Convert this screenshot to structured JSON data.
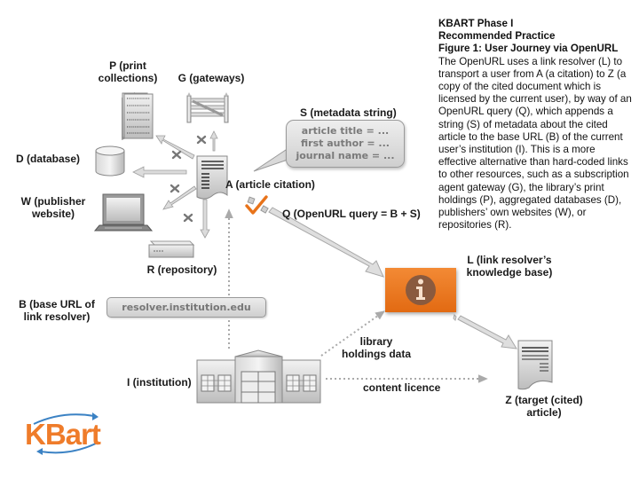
{
  "description": {
    "heading_lines": [
      "KBART Phase I",
      "Recommended Practice",
      "Figure 1: User Journey via OpenURL"
    ],
    "body": "The OpenURL uses a link resolver (L) to transport a user from A (a citation) to Z (a copy of the cited document which is licensed by the current user), by way of an OpenURL query (Q), which appends a string (S) of metadata about the cited article to the base URL (B) of the current user’s institution (I). This is a more effective alternative than hard-coded links to other resources, such as a subscription agent gateway (G), the library’s print holdings (P), aggregated databases (D), publishers’ own websites (W), or repositories (R)."
  },
  "nodes": {
    "print": {
      "line1": "P (print",
      "line2": "collections)"
    },
    "gateways": {
      "label": "G (gateways)"
    },
    "database": {
      "label": "D (database)"
    },
    "publisher": {
      "line1": "W (publisher",
      "line2": "website)"
    },
    "repository": {
      "label": "R (repository)"
    },
    "article": {
      "label": "A (article citation)"
    },
    "metadata": {
      "label": "S (metadata string)",
      "lines": [
        "article title = ...",
        "first author = ...",
        "journal name = ..."
      ]
    },
    "query": {
      "label": "Q (OpenURL query = B + S)"
    },
    "resolver": {
      "line1": "L (link resolver’s",
      "line2": "knowledge base)",
      "icon": "i"
    },
    "base_url": {
      "line1": "B (base URL of",
      "line2": "link resolver)",
      "value": "resolver.institution.edu"
    },
    "institution": {
      "label": "I (institution)"
    },
    "holdings": {
      "line1": "library",
      "line2": "holdings data"
    },
    "licence": {
      "label": "content licence"
    },
    "target": {
      "line1": "Z (target (cited)",
      "line2": "article)"
    }
  },
  "logo": {
    "text": "KBart"
  },
  "colors": {
    "accent": "#ef7c2a",
    "check": "#e8731a",
    "gray_arrow": "#d6d6d6",
    "dotted": "#aaaaaa"
  }
}
